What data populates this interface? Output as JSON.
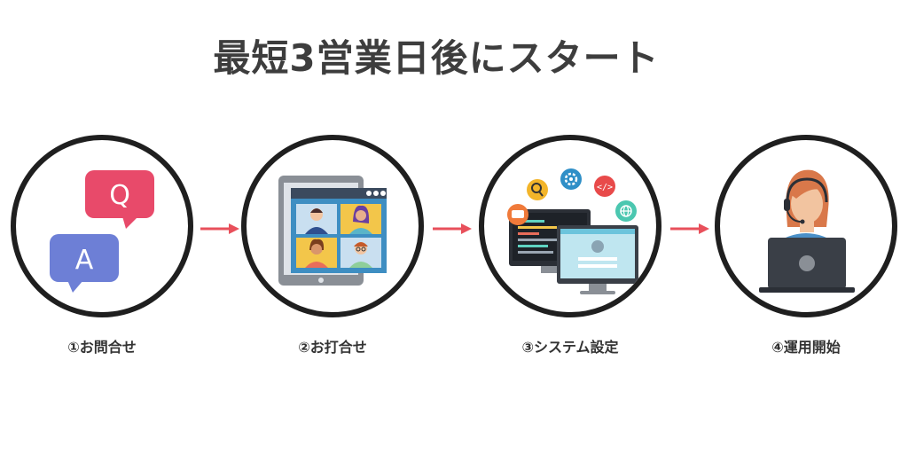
{
  "title": "最短3営業日後にスタート",
  "steps": [
    {
      "label": "①お問合せ",
      "q_letter": "Q",
      "a_letter": "A"
    },
    {
      "label": "②お打合せ"
    },
    {
      "label": "③システム設定",
      "code_symbol": "</>"
    },
    {
      "label": "④運用開始"
    }
  ],
  "colors": {
    "circle_border": "#1f1f1f",
    "arrow": "#e8505b",
    "q_bubble": "#e84a6a",
    "a_bubble": "#6d7fd6"
  }
}
